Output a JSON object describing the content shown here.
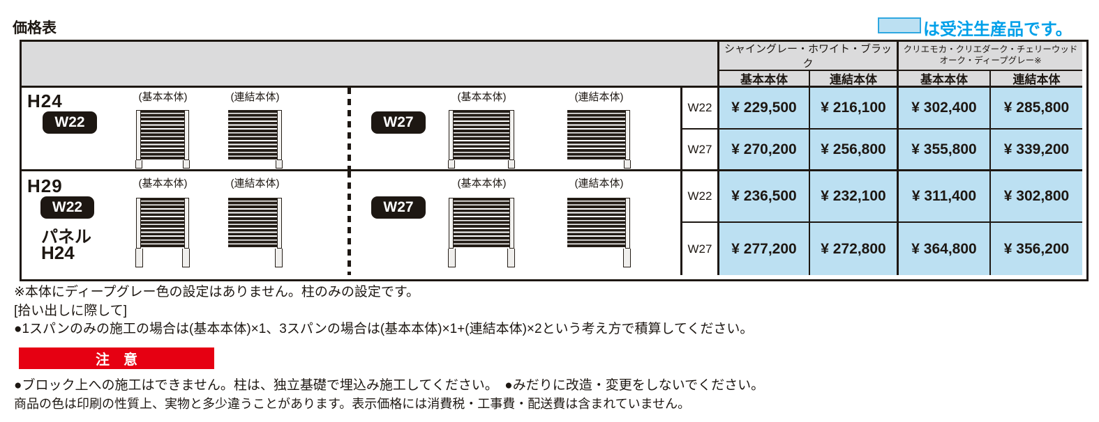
{
  "page": {
    "title": "価格表"
  },
  "legend": {
    "text": "は受注生産品です。",
    "swatch_color": "#BCE0F2",
    "text_color": "#00A0E9"
  },
  "table": {
    "column_groups": [
      {
        "label": "シャイングレー・ホワイト・ブラック",
        "columns": [
          "基本本体",
          "連結本体"
        ]
      },
      {
        "label_line1": "クリエモカ・クリエダーク・チェリーウッド",
        "label_line2": "オーク・ディープグレー※",
        "columns": [
          "基本本体",
          "連結本体"
        ]
      }
    ],
    "sections": [
      {
        "height_label": "H24",
        "width_badges": [
          "W22",
          "W27"
        ],
        "panel_labels": {
          "basic": "(基本本体)",
          "linked": "(連結本体)"
        },
        "rows": [
          {
            "size": "W22",
            "prices": [
              "¥ 229,500",
              "¥ 216,100",
              "¥ 302,400",
              "¥ 285,800"
            ]
          },
          {
            "size": "W27",
            "prices": [
              "¥ 270,200",
              "¥ 256,800",
              "¥ 355,800",
              "¥ 339,200"
            ]
          }
        ]
      },
      {
        "height_label": "H29",
        "sub_labels": [
          "パネル",
          "H24"
        ],
        "width_badges": [
          "W22",
          "W27"
        ],
        "panel_labels": {
          "basic": "(基本本体)",
          "linked": "(連結本体)"
        },
        "rows": [
          {
            "size": "W22",
            "prices": [
              "¥ 236,500",
              "¥ 232,100",
              "¥ 311,400",
              "¥ 302,800"
            ]
          },
          {
            "size": "W27",
            "prices": [
              "¥ 277,200",
              "¥ 272,800",
              "¥ 364,800",
              "¥ 356,200"
            ]
          }
        ]
      }
    ]
  },
  "notes": {
    "color_note": "※本体にディープグレー色の設定はありません。柱のみの設定です。",
    "pickup_heading": "[拾い出しに際して]",
    "pickup_note": "●1スパンのみの施工の場合は(基本本体)×1、3スパンの場合は(基本本体)×1+(連結本体)×2という考え方で積算してください。"
  },
  "caution": {
    "title": "注　意",
    "line1": "●ブロック上への施工はできません。柱は、独立基礎で埋込み施工してください。　●みだりに改造・変更をしないでください。",
    "line2": "商品の色は印刷の性質上、実物と多少違うことがあります。表示価格には消費税・工事費・配送費は含まれていません。"
  },
  "colors": {
    "border_black": "#1d1712",
    "header_gray": "#DBDBDC",
    "order_cell_blue": "#BCE0F2",
    "caution_red": "#E60012",
    "legend_blue": "#00A0E9"
  }
}
